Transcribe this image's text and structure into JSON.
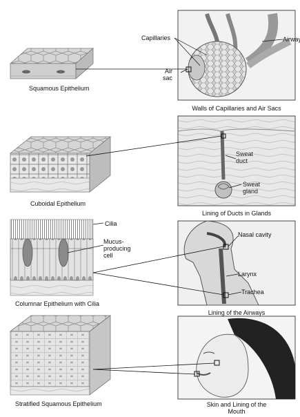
{
  "tissues": [
    {
      "name": "Squamous Epithelium"
    },
    {
      "name": "Cuboidal Epithelium"
    },
    {
      "name": "Columnar Epithelium with Cilia"
    },
    {
      "name": "Stratified Squamous Epithelium"
    }
  ],
  "panels": [
    {
      "caption": "Walls of Capillaries and Air Sacs",
      "labels": {
        "capillaries": "Capillaries",
        "airway": "Airway",
        "air_sac": "Air\nsac"
      }
    },
    {
      "caption": "Lining of Ducts in Glands",
      "labels": {
        "sweat_duct": "Sweat\nduct",
        "sweat_gland": "Sweat\ngland"
      }
    },
    {
      "caption": "Lining of the Airways",
      "labels": {
        "nasal_cavity": "Nasal cavity",
        "larynx": "Larynx",
        "trachea": "Trachea"
      }
    },
    {
      "caption": "Skin and Lining of the\nMouth",
      "labels": {}
    }
  ],
  "columnar_labels": {
    "cilia": "Cilia",
    "mucus_cell": "Mucus-\nproducing\ncell"
  }
}
